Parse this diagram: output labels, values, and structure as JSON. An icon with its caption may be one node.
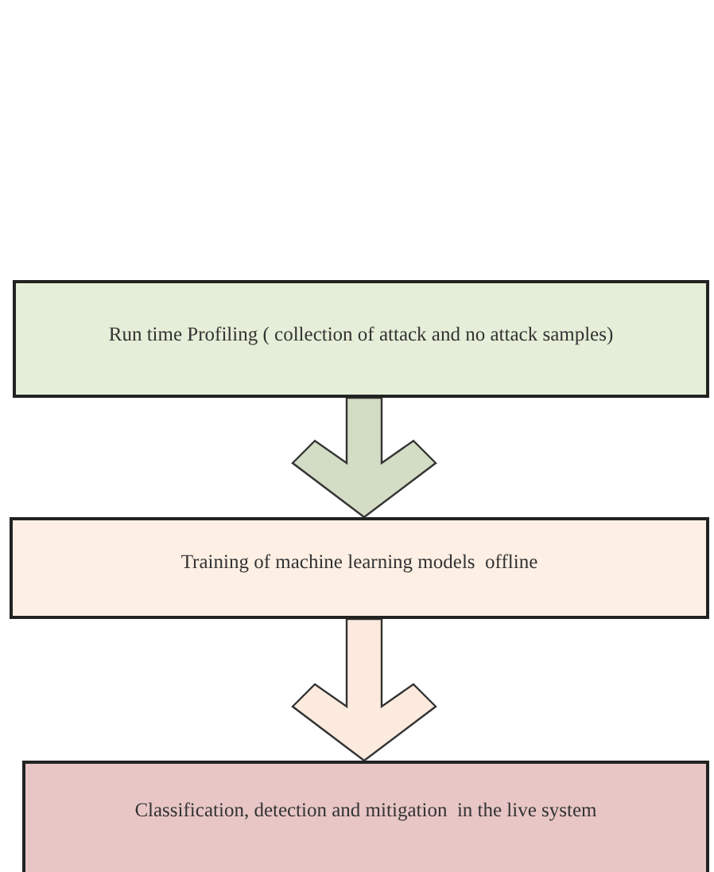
{
  "diagram": {
    "nodes": [
      {
        "text": [
          "Run time Profiling ( collection of attack and no attack samples)"
        ]
      },
      {
        "text": [
          "Training of machine learning models  offline"
        ]
      },
      {
        "text": [
          "Classification, detection and mitigation  in the live system"
        ]
      }
    ],
    "edges": [
      {
        "from": 0,
        "to": 1,
        "arrow": "to",
        "style": "thick",
        "color": "#d3dcc5"
      },
      {
        "from": 1,
        "to": 2,
        "arrow": "to",
        "style": "thick",
        "color": "#fbeadd"
      }
    ]
  }
}
